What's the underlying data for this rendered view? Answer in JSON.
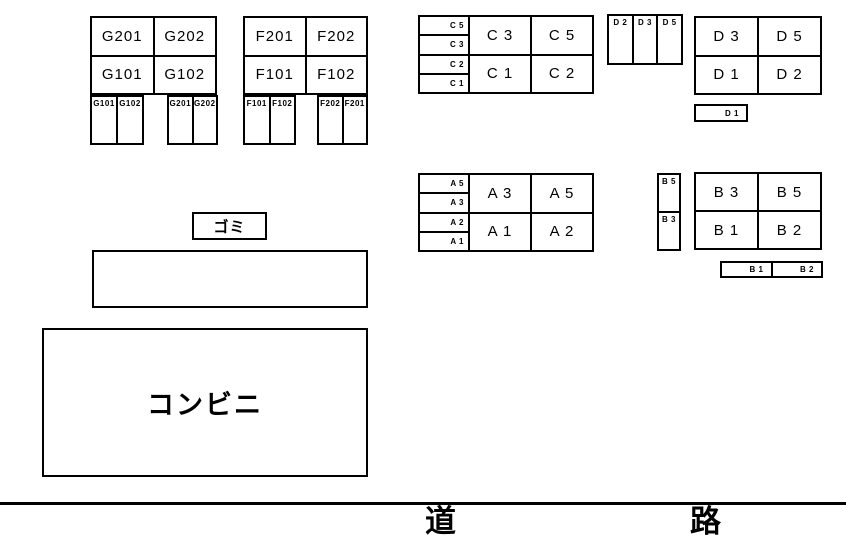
{
  "colors": {
    "background": "#ffffff",
    "line": "#000000",
    "text": "#000000"
  },
  "g_block": {
    "large_spaces": [
      "G201",
      "G202",
      "G101",
      "G102"
    ],
    "small_stalls_left": [
      "G101",
      "G102"
    ],
    "small_stalls_right": [
      "G201",
      "G202"
    ]
  },
  "f_block": {
    "large_spaces": [
      "F201",
      "F202",
      "F101",
      "F102"
    ],
    "small_stalls_left": [
      "F101",
      "F102"
    ],
    "small_stalls_right": [
      "F202",
      "F201"
    ]
  },
  "c_block": {
    "side_stalls": [
      "C 5",
      "C 3",
      "C 2",
      "C 1"
    ],
    "large_spaces": [
      "C 3",
      "C 5",
      "C 1",
      "C 2"
    ]
  },
  "d_block": {
    "top_stalls": [
      "D 2",
      "D 3",
      "D 5"
    ],
    "large_spaces": [
      "D 3",
      "D 5",
      "D 1",
      "D 2"
    ],
    "bottom_stalls": [
      "D 1"
    ]
  },
  "a_block": {
    "side_stalls": [
      "A 5",
      "A 3",
      "A 2",
      "A 1"
    ],
    "large_spaces": [
      "A 3",
      "A 5",
      "A 1",
      "A 2"
    ]
  },
  "b_block": {
    "side_stalls": [
      "B 5",
      "B 3"
    ],
    "large_spaces": [
      "B 3",
      "B 5",
      "B 1",
      "B 2"
    ],
    "bottom_stalls": [
      "B 1",
      "B 2"
    ]
  },
  "facilities": {
    "trash_label": "ゴミ",
    "store_label": "コンビニ"
  },
  "road": {
    "label_left": "道",
    "label_right": "路"
  }
}
